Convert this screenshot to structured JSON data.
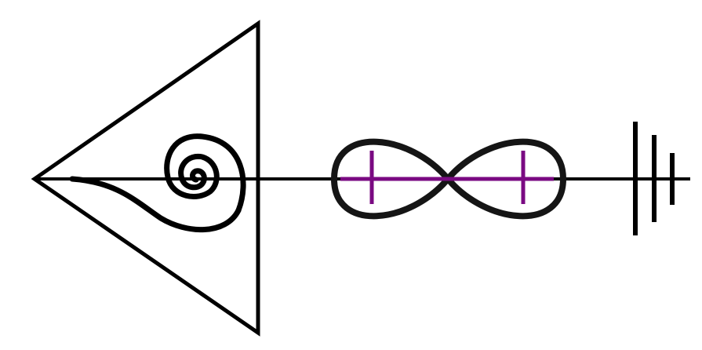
{
  "colors": {
    "background": "#ffffff",
    "ink": "#000000",
    "accent": "#7a0a82"
  },
  "symbols": [
    "triangle-glyph",
    "spiral-glyph",
    "infinity-glyph",
    "cross-marks",
    "ground-symbol"
  ]
}
